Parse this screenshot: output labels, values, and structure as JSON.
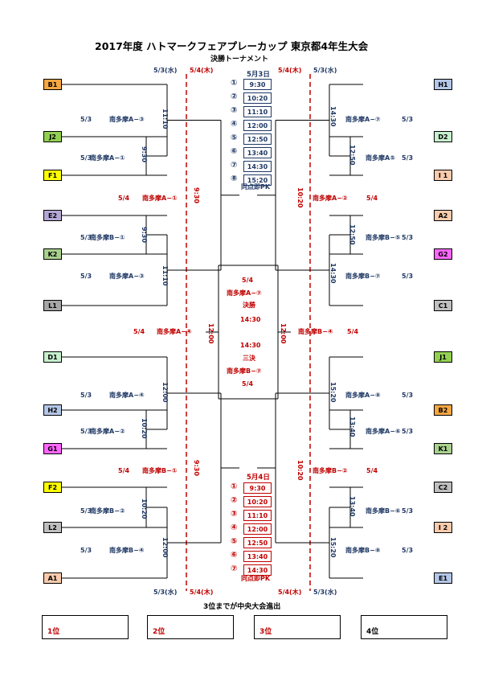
{
  "header": {
    "title": "2017年度 ハトマークフェアプレーカップ 東京都4年生大会",
    "subtitle": "決勝トーナメント"
  },
  "dates": {
    "wed": "5/3(水)",
    "thu": "5/4(木)"
  },
  "left_teams": [
    {
      "label": "B1",
      "color": "#f4a742"
    },
    {
      "label": "J2",
      "color": "#92d050"
    },
    {
      "label": "F1",
      "color": "#ffff00"
    },
    {
      "label": "E2",
      "color": "#b4a7d6"
    },
    {
      "label": "K2",
      "color": "#a9d18e"
    },
    {
      "label": "L1",
      "color": "#a6a6a6"
    },
    {
      "label": "D1",
      "color": "#c6efce"
    },
    {
      "label": "H2",
      "color": "#b4c6e7"
    },
    {
      "label": "G1",
      "color": "#ff66ff"
    },
    {
      "label": "F2",
      "color": "#ffff00"
    },
    {
      "label": "L2",
      "color": "#bfbfbf"
    },
    {
      "label": "A1",
      "color": "#f8cbad"
    }
  ],
  "right_teams": [
    {
      "label": "H1",
      "color": "#b4c6e7"
    },
    {
      "label": "D2",
      "color": "#c6efce"
    },
    {
      "label": "I 1",
      "color": "#f8cbad"
    },
    {
      "label": "A2",
      "color": "#f8cbad"
    },
    {
      "label": "G2",
      "color": "#ff66ff"
    },
    {
      "label": "C1",
      "color": "#bfbfbf"
    },
    {
      "label": "J1",
      "color": "#92d050"
    },
    {
      "label": "B2",
      "color": "#f4a742"
    },
    {
      "label": "K1",
      "color": "#a9d18e"
    },
    {
      "label": "C2",
      "color": "#bfbfbf"
    },
    {
      "label": "I 2",
      "color": "#f8cbad"
    },
    {
      "label": "E1",
      "color": "#b4c6e7"
    }
  ],
  "left_r1": [
    {
      "date": "5/3",
      "venue": "南多摩A−③",
      "time": "11:10"
    },
    {
      "date": "5/3",
      "venue": "南多摩A−①",
      "time": "9:30"
    },
    {
      "date": "5/3",
      "venue": "南多摩B−①",
      "time": "9:30"
    },
    {
      "date": "5/3",
      "venue": "南多摩A−③",
      "time": "11:10"
    },
    {
      "date": "5/3",
      "venue": "南多摩A−④",
      "time": "12:00"
    },
    {
      "date": "5/3",
      "venue": "南多摩A−②",
      "time": "10:20"
    },
    {
      "date": "5/3",
      "venue": "南多摩B−②",
      "time": "10:20"
    },
    {
      "date": "5/3",
      "venue": "南多摩B−④",
      "time": "12:00"
    }
  ],
  "right_r1": [
    {
      "venue": "南多摩A−⑦",
      "date": "5/3",
      "time": "14:30"
    },
    {
      "venue": "南多摩A⑤",
      "date": "5/3",
      "time": "12:50"
    },
    {
      "venue": "南多摩B−⑤",
      "date": "5/3",
      "time": "12:50"
    },
    {
      "venue": "南多摩B−⑦",
      "date": "5/3",
      "time": "14:30"
    },
    {
      "venue": "南多摩A−⑧",
      "date": "5/3",
      "time": "15:20"
    },
    {
      "venue": "南多摩A−⑥",
      "date": "5/3",
      "time": "13:40"
    },
    {
      "venue": "南多摩B−⑥",
      "date": "5/3",
      "time": "13:40"
    },
    {
      "venue": "南多摩B−⑧",
      "date": "5/3",
      "time": "15:20"
    }
  ],
  "left_qf": [
    {
      "date": "5/4",
      "venue": "南多摩A−①",
      "time": "9:30"
    },
    {
      "date": "5/4",
      "venue": "南多摩B−①",
      "time": "9:30"
    }
  ],
  "right_qf": [
    {
      "venue": "南多摩A−②",
      "date": "5/4",
      "time": "10:20"
    },
    {
      "venue": "南多摩B−②",
      "date": "5/4",
      "time": "10:20"
    }
  ],
  "left_sf": {
    "date": "5/4",
    "venue": "南多摩A−④",
    "time": "12:00"
  },
  "right_sf": {
    "venue": "南多摩B−④",
    "date": "5/4",
    "time": "12:00"
  },
  "final": {
    "date": "5/4",
    "venue": "南多摩A−⑦",
    "name": "決勝",
    "time": "14:30"
  },
  "third": {
    "time": "14:30",
    "name": "三決",
    "venue": "南多摩B−⑦",
    "date": "5/4"
  },
  "schedule1": {
    "title": "5月3日",
    "nums": [
      "①",
      "②",
      "③",
      "④",
      "⑤",
      "⑥",
      "⑦",
      "⑧"
    ],
    "times": [
      "9:30",
      "10:20",
      "11:10",
      "12:00",
      "12:50",
      "13:40",
      "14:30",
      "15:20"
    ],
    "note": "同点即PK"
  },
  "schedule2": {
    "title": "5月4日",
    "nums": [
      "①",
      "②",
      "③",
      "④",
      "⑤",
      "⑥",
      "⑦"
    ],
    "times": [
      "9:30",
      "10:20",
      "11:10",
      "12:00",
      "12:50",
      "13:40",
      "14:30"
    ],
    "note": "同点即PK"
  },
  "footer": {
    "note": "3位までが中央大会進出"
  },
  "ranks": [
    "1位",
    "2位",
    "3位",
    "4位"
  ],
  "colors": {
    "navy": "#1f3864",
    "red": "#c00000"
  }
}
